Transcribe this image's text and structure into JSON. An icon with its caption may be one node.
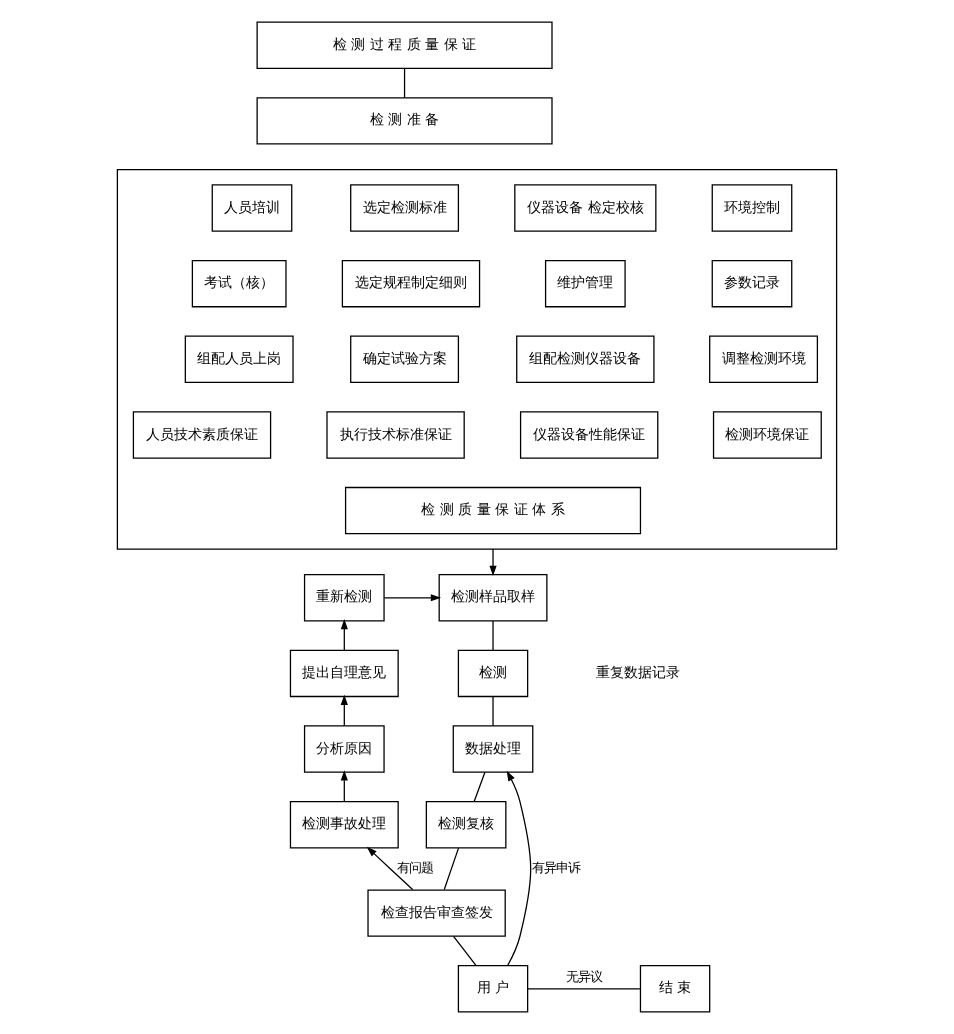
{
  "diagram": {
    "nodes": [
      {
        "text": [
          "检 测 过 程 质 量 保 证"
        ]
      },
      {
        "text": [
          "检 测 准 备"
        ]
      },
      {
        "text": [],
        "shape": "box"
      },
      {
        "text": [
          "人员培训"
        ],
        "in": 2
      },
      {
        "text": [
          "选定检测标准"
        ],
        "in": 2
      },
      {
        "text": [
          "仪器设备 检定校核"
        ],
        "in": 2
      },
      {
        "text": [
          "环境控制"
        ],
        "in": 2
      },
      {
        "text": [
          "考试（核）"
        ],
        "in": 2
      },
      {
        "text": [
          "选定规程制定细则"
        ],
        "in": 2
      },
      {
        "text": [
          "维护管理"
        ],
        "in": 2
      },
      {
        "text": [
          "参数记录"
        ],
        "in": 2
      },
      {
        "text": [
          "组配人员上岗"
        ],
        "in": 2
      },
      {
        "text": [
          "确定试验方案"
        ],
        "in": 2
      },
      {
        "text": [
          "组配检测仪器设备"
        ],
        "in": 2
      },
      {
        "text": [
          "调整检测环境"
        ],
        "in": 2
      },
      {
        "text": [
          "人员技术素质保证"
        ],
        "in": 2
      },
      {
        "text": [
          "执行技术标准保证"
        ],
        "in": 2
      },
      {
        "text": [
          "仪器设备性能保证"
        ],
        "in": 2
      },
      {
        "text": [
          "检测环境保证"
        ],
        "in": 2
      },
      {
        "text": [
          "检 测 质 量 保 证 体 系"
        ],
        "in": 2
      },
      {
        "text": [
          "重新检测"
        ]
      },
      {
        "text": [
          "检测样品取样"
        ]
      },
      {
        "text": [
          "提出自理意见"
        ]
      },
      {
        "text": [
          "检测"
        ]
      },
      {
        "text": [
          "分析原因"
        ]
      },
      {
        "text": [
          "数据处理"
        ]
      },
      {
        "text": [
          "检测事故处理"
        ]
      },
      {
        "text": [
          "检测复核"
        ]
      },
      {
        "text": [
          "检查报告审查签发"
        ]
      },
      {
        "text": [
          "结 束"
        ]
      },
      {
        "text": [
          "用 户"
        ]
      }
    ],
    "edges": [
      {
        "from": 0,
        "to": 1,
        "arrow": "none"
      },
      {
        "from": 2,
        "to": 21,
        "arrow": "to"
      },
      {
        "from": 20,
        "to": 21,
        "arrow": "to"
      },
      {
        "from": 22,
        "to": 20,
        "arrow": "to"
      },
      {
        "from": 24,
        "to": 22,
        "arrow": "to"
      },
      {
        "from": 26,
        "to": 24,
        "arrow": "to"
      },
      {
        "from": 21,
        "to": 23,
        "arrow": "none"
      },
      {
        "from": 23,
        "to": 25,
        "arrow": "none"
      },
      {
        "from": 25,
        "to": 27,
        "arrow": "none"
      },
      {
        "from": 27,
        "to": 28,
        "arrow": "none"
      },
      {
        "from": 28,
        "to": 26,
        "arrow": "to",
        "label": "有问题"
      },
      {
        "from": 28,
        "to": 30,
        "arrow": "none"
      },
      {
        "from": 30,
        "to": 29,
        "arrow": "none",
        "label": "无异议"
      },
      {
        "from": 30,
        "to": 25,
        "arrow": "to",
        "label": "有异申诉"
      }
    ],
    "labels": [
      "重复数据记录"
    ]
  }
}
